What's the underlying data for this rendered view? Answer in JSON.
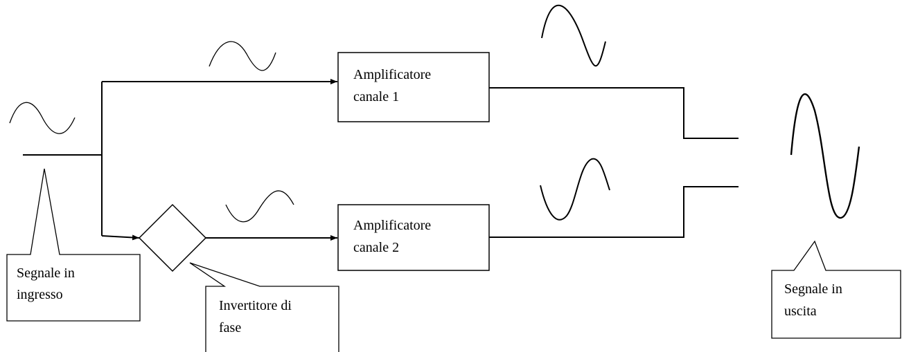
{
  "diagram": {
    "amp1": {
      "line1": "Amplificatore",
      "line2": "canale 1"
    },
    "amp2": {
      "line1": "Amplificatore",
      "line2": "canale 2"
    },
    "input_callout": {
      "line1": "Segnale in",
      "line2": "ingresso"
    },
    "inverter_callout": {
      "line1": "Invertitore di",
      "line2": "fase"
    },
    "output_callout": {
      "line1": "Segnale in",
      "line2": "uscita"
    }
  }
}
